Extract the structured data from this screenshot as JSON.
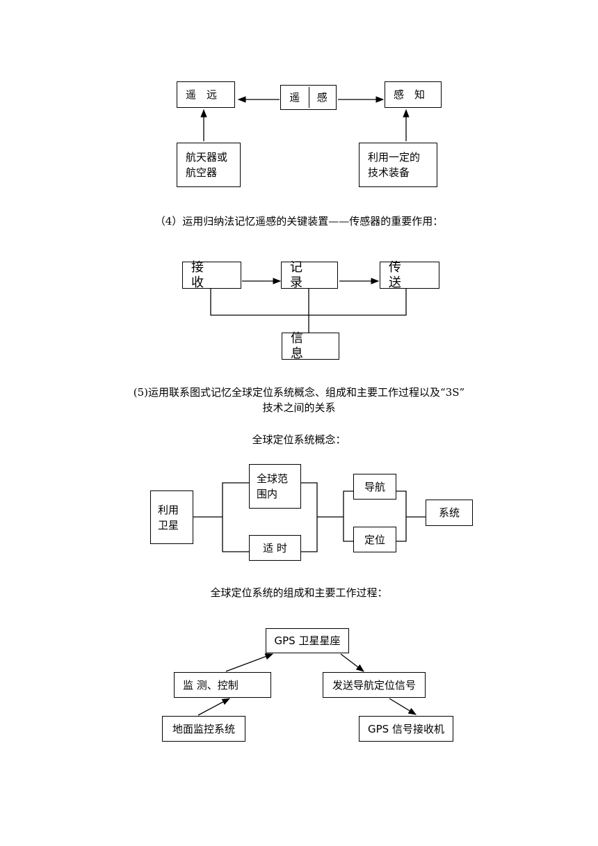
{
  "diagram1": {
    "yaoyuan": "遥　远",
    "yaogan_left": "遥",
    "yaogan_right": "感",
    "ganzhi": "感　知",
    "hangtian_line1": "航天器或",
    "hangtian_line2": "航空器",
    "liyong_line1": "利用一定的",
    "liyong_line2": "技术装备"
  },
  "caption4": "（4）运用归纳法记忆遥感的关键装置——传感器的重要作用：",
  "diagram2": {
    "jieshou": "接 收",
    "jilu": "记 录",
    "chuansong": "传 送",
    "xinxi": "信 息"
  },
  "caption5_line1": "(5)运用联系图式记忆全球定位系统概念、组成和主要工作过程以及“3S”",
  "caption5_line2": "技术之间的关系",
  "caption_concept": "全球定位系统概念：",
  "diagram3": {
    "liyong_weixing_line1": "利用",
    "liyong_weixing_line2": "卫星",
    "quanqiu_line1": "全球范",
    "quanqiu_line2": "围内",
    "shishi": "适 时",
    "daohang": "导航",
    "dingwei": "定位",
    "xitong": "系统"
  },
  "caption_process": "全球定位系统的组成和主要工作过程：",
  "diagram4": {
    "gps_constellation": "GPS 卫星星座",
    "jiance": "监 测、控制",
    "fasong": "发送导航定位信号",
    "dimian": "地面监控系统",
    "receiver": "GPS 信号接收机"
  }
}
